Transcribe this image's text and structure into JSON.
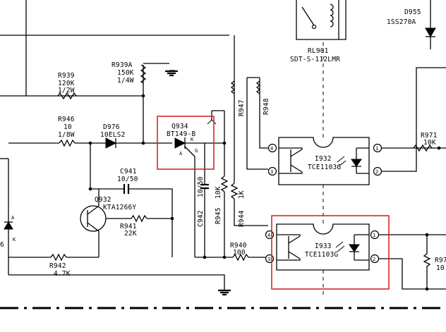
{
  "components": {
    "d955": {
      "ref": "D955",
      "part": "1SS270A"
    },
    "rl901": {
      "ref": "RL901",
      "part": "SDT-S-112LMR"
    },
    "r939a": {
      "ref": "R939A",
      "value": "150K",
      "rating": "1/4W"
    },
    "r939": {
      "ref": "R939",
      "value": "120K",
      "rating": "1/2W"
    },
    "r946": {
      "ref": "R946",
      "value": "10",
      "rating": "1/8W"
    },
    "d976": {
      "ref": "D976",
      "part": "10ELS2"
    },
    "q934": {
      "ref": "Q934",
      "part": "BT149-B",
      "pin_a": "A",
      "pin_k": "K",
      "pin_g": "G"
    },
    "r947": {
      "ref": "R947"
    },
    "r948": {
      "ref": "R948"
    },
    "i932": {
      "ref": "I932",
      "part": "TCE1103G",
      "pins": [
        "4",
        "3",
        "1",
        "2"
      ]
    },
    "i933": {
      "ref": "I933",
      "part": "TCE1103G",
      "pins": [
        "4",
        "3",
        "1",
        "2"
      ]
    },
    "r971": {
      "ref": "R971",
      "value": "10K"
    },
    "c941": {
      "ref": "C941",
      "value": "10/50"
    },
    "q932": {
      "ref": "Q932",
      "part": "KTA1266Y"
    },
    "r941": {
      "ref": "R941",
      "value": "22K"
    },
    "c942": {
      "ref": "C942",
      "value": "10/50"
    },
    "r945": {
      "ref": "R945",
      "value": "10K"
    },
    "r944": {
      "ref": "R944",
      "value": "1K"
    },
    "r940": {
      "ref": "R940",
      "value": "100"
    },
    "r942": {
      "ref": "R942",
      "value": "4.7K"
    },
    "left_diode": {
      "pin_a": "A",
      "pin_k": "K",
      "value": "6"
    },
    "r97x": {
      "ref": "R97",
      "value": "10"
    }
  },
  "colors": {
    "highlight": "#d9262a",
    "ink": "#000000",
    "paper": "#ffffff"
  }
}
